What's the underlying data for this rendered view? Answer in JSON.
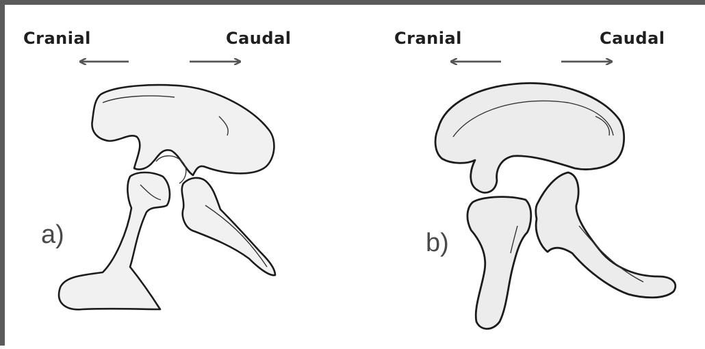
{
  "panel_a": {
    "label": "a)",
    "cranial_label": "Cranial",
    "caudal_label": "Caudal"
  },
  "panel_b": {
    "label": "b)",
    "cranial_label": "Cranial",
    "caudal_label": "Caudal"
  },
  "colors": {
    "border": "#5a5a5a",
    "arrow": "#555555",
    "bone_fill": "#f1f1f1",
    "bone_outline": "#1c1c1c"
  }
}
